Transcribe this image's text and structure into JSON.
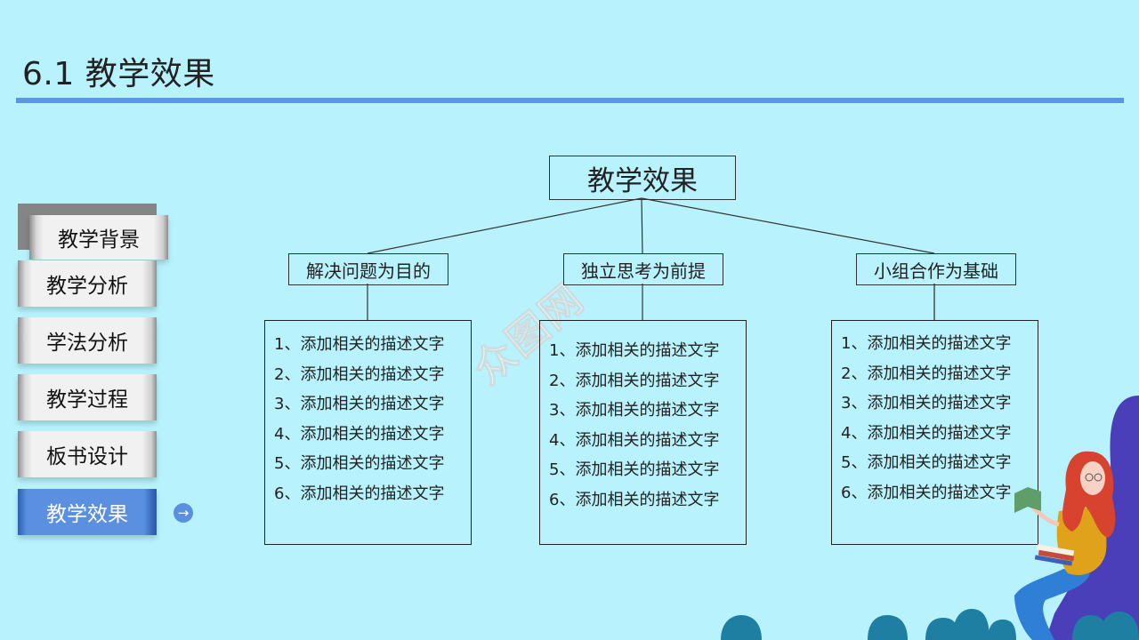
{
  "slide": {
    "title": "6.1 教学效果",
    "accent_color": "#5b97e0",
    "background_color": "#b8f3fd"
  },
  "nav": {
    "items": [
      {
        "label": "教学背景",
        "state": "raised"
      },
      {
        "label": "教学分析",
        "state": "normal"
      },
      {
        "label": "学法分析",
        "state": "normal"
      },
      {
        "label": "教学过程",
        "state": "normal"
      },
      {
        "label": "板书设计",
        "state": "normal"
      },
      {
        "label": "教学效果",
        "state": "active"
      }
    ],
    "active_color": "#5b8fdf",
    "arrow_icon": "→"
  },
  "diagram": {
    "root": "教学效果",
    "branches": [
      {
        "label": "解决问题为目的",
        "items": [
          "1、添加相关的描述文字",
          "2、添加相关的描述文字",
          "3、添加相关的描述文字",
          "4、添加相关的描述文字",
          "5、添加相关的描述文字",
          "6、添加相关的描述文字"
        ]
      },
      {
        "label": "独立思考为前提",
        "items": [
          "1、添加相关的描述文字",
          "2、添加相关的描述文字",
          "3、添加相关的描述文字",
          "4、添加相关的描述文字",
          "5、添加相关的描述文字",
          "6、添加相关的描述文字"
        ]
      },
      {
        "label": "小组合作为基础",
        "items": [
          "1、添加相关的描述文字",
          "2、添加相关的描述文字",
          "3、添加相关的描述文字",
          "4、添加相关的描述文字",
          "5、添加相关的描述文字",
          "6、添加相关的描述文字"
        ]
      }
    ]
  },
  "watermark": "众图网"
}
